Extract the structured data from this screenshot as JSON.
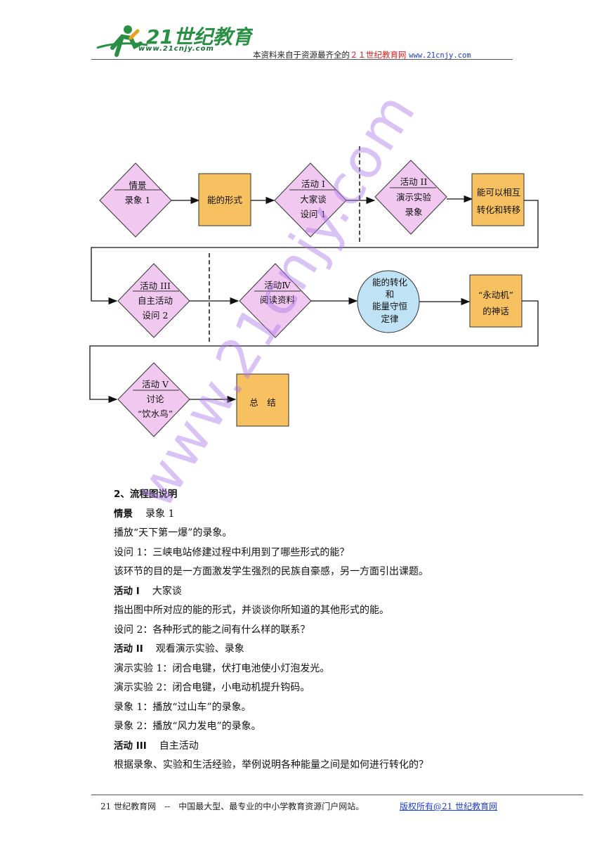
{
  "header": {
    "logo_text": "21世纪教育",
    "logo_url": "www.21cnjy.com",
    "source_prefix": "本资料来自于资源最齐全的",
    "source_highlight": "２１世纪教育网",
    "source_url": "www.21cnjy.com"
  },
  "flowchart": {
    "row1": {
      "d1_top": "情景",
      "d1_bottom": "录象 1",
      "box1": "能的形式",
      "d2_top": "活动 I",
      "d2_mid": "大家谈",
      "d2_bottom": "设问 1",
      "d3_top": "活动 II",
      "d3_mid": "演示实验",
      "d3_bottom": "录象",
      "box2_l1": "能可以相互",
      "box2_l2": "转化和转移"
    },
    "row2": {
      "d1_top": "活动 III",
      "d1_mid": "自主活动",
      "d1_bottom": "设问 2",
      "d2_top": "活动Ⅳ",
      "d2_mid": "阅读资料",
      "circle_l1": "能的转化",
      "circle_l2": "和",
      "circle_l3": "能量守恒",
      "circle_l4": "定律",
      "box_l1": "“永动机”",
      "box_l2": "的神话"
    },
    "row3": {
      "d1_top": "活动 V",
      "d1_mid": "讨论",
      "d1_bottom": "“饮水鸟”",
      "box": "总　结"
    },
    "colors": {
      "diamond": "#f0c8f0",
      "box": "#f7c060",
      "circle": "#bfe3f5"
    }
  },
  "text": {
    "heading": "2、流程图说明",
    "s1_label": "情景",
    "s1_title": "录象 1",
    "s1_p1": "播放“天下第一爆”的录象。",
    "s1_p2": "设问 1：三峡电站修建过程中利用到了哪些形式的能？",
    "s1_p3": "该环节的目的是一方面激发学生强烈的民族自豪感，另一方面引出课题。",
    "s2_label": "活动 I",
    "s2_title": "大家谈",
    "s2_p1": "指出图中所对应的能的形式，并谈谈你所知道的其他形式的能。",
    "s2_p2": "设问 2：各种形式的能之间有什么样的联系？",
    "s3_label": "活动 II",
    "s3_title": "观看演示实验、录象",
    "s3_p1": "演示实验 1：闭合电键，伏打电池使小灯泡发光。",
    "s3_p2": "演示实验 2：闭合电键，小电动机提升钩码。",
    "s3_p3": "录象 1：播放“过山车”的录象。",
    "s3_p4": "录象 2：播放“风力发电”的录象。",
    "s4_label": "活动 III",
    "s4_title": "自主活动",
    "s4_p1": "根据录象、实验和生活经验，举例说明各种能量之间是如何进行转化的？"
  },
  "watermark": "www.21cnjy.com",
  "footer": {
    "left": "21 世纪教育网　--　中国最大型、最专业的中小学教育资源门户网站。",
    "right": "版权所有@21 世纪教育网"
  }
}
